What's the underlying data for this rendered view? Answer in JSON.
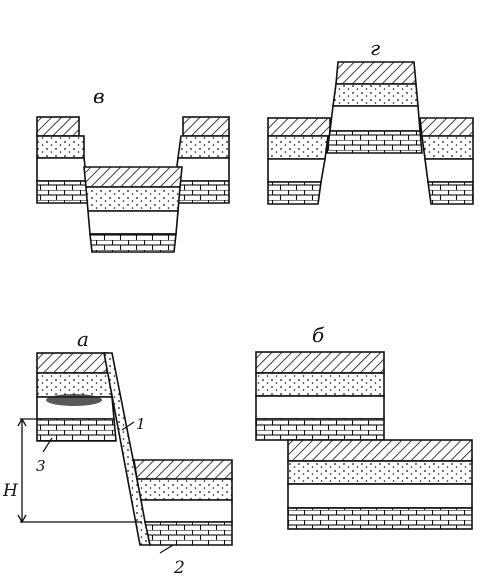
{
  "labels": {
    "v": "в",
    "g": "г",
    "a": "а",
    "b": "б",
    "n1": "1",
    "n2": "2",
    "n3": "3",
    "H": "Н"
  },
  "colors": {
    "ink": "#111111",
    "paper": "#ffffff"
  }
}
